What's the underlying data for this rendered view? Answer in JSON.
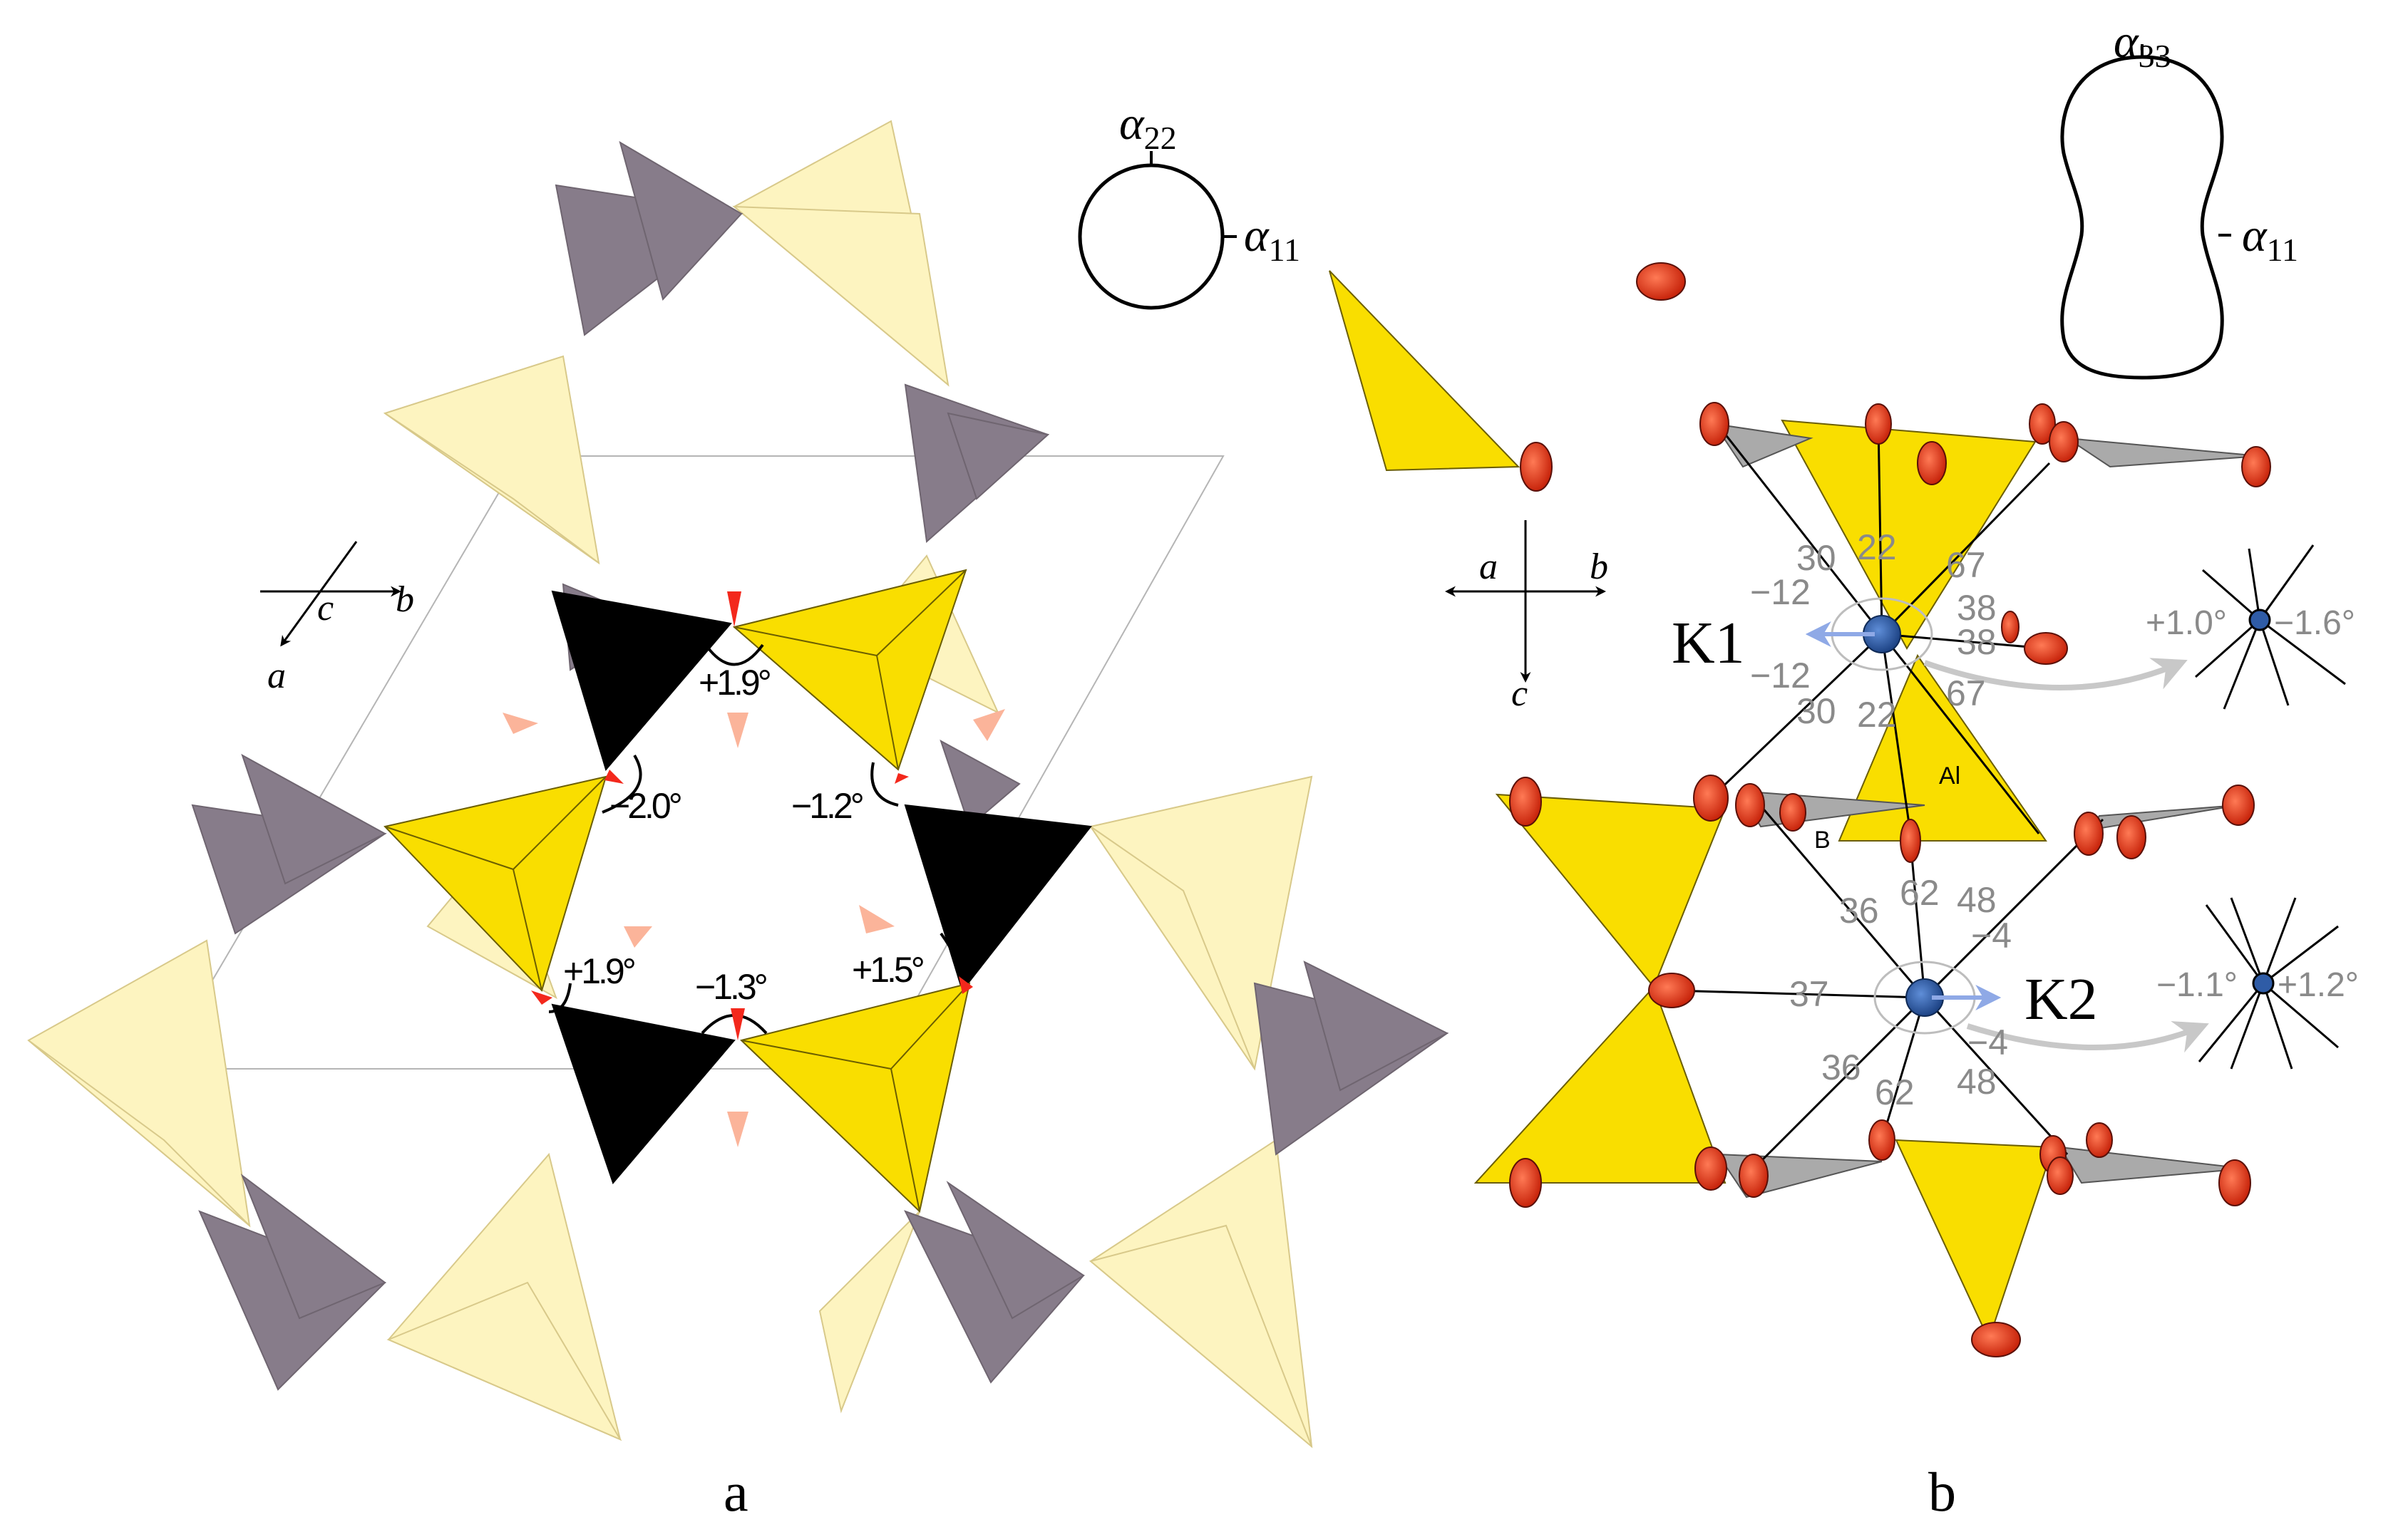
{
  "panel_a": {
    "label": "a",
    "axes": {
      "c": "c",
      "b": "b",
      "a": "a"
    },
    "angles": [
      "+1.9°",
      "−2.0°",
      "−1.2°",
      "+1.9°",
      "−1.3°",
      "+1.5°"
    ],
    "alpha": {
      "top_symbol": "α",
      "top_sub": "22",
      "side_symbol": "α",
      "side_sub": "11"
    }
  },
  "panel_b": {
    "label": "b",
    "axes": {
      "a": "a",
      "b": "b",
      "c": "c"
    },
    "atoms": {
      "k1": "K1",
      "k2": "K2",
      "al": "Al",
      "b": "B"
    },
    "k1_numbers": [
      "30",
      "22",
      "67",
      "−12",
      "38",
      "38",
      "−12",
      "67",
      "30",
      "22"
    ],
    "k2_numbers": [
      "36",
      "62",
      "48",
      "−4",
      "37",
      "−4",
      "36",
      "62",
      "48"
    ],
    "k1_angles": [
      "+1.0°",
      "−1.6°"
    ],
    "k2_angles": [
      "−1.1°",
      "+1.2°"
    ],
    "alpha": {
      "top_symbol": "α",
      "top_sub": "33",
      "side_symbol": "α",
      "side_sub": "11"
    }
  },
  "colors": {
    "yellow": "#f9de00",
    "light_yellow": "#fdf4c0",
    "gray_purple": "#877c8a",
    "black": "#000000",
    "red_arrow": "#f3281c",
    "salmon_arrow": "#fbb49a",
    "oxygen": "#e73c1c",
    "k_atom": "#2f5ca6",
    "gray_tetra": "#aaaaaa"
  }
}
